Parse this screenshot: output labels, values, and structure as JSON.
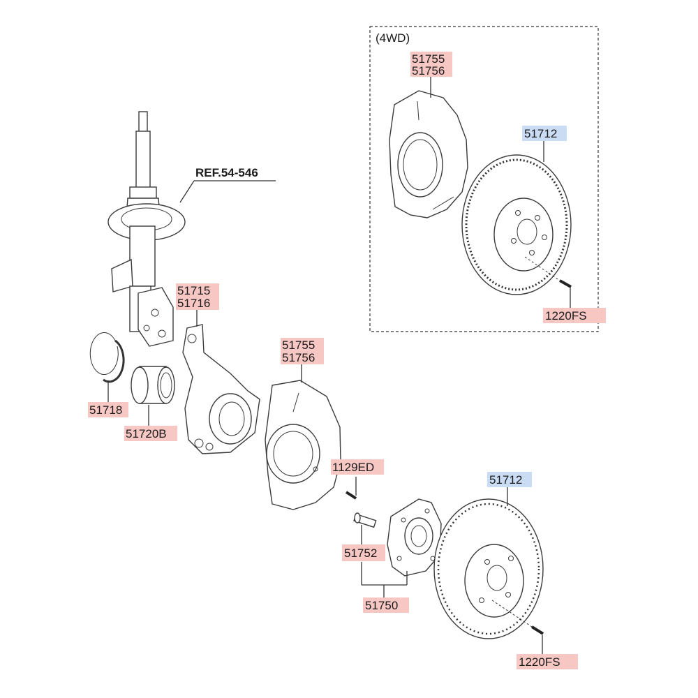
{
  "colors": {
    "red_label_bg": "#f7c7c4",
    "blue_label_bg": "#c9dcf4",
    "line": "#333333"
  },
  "group_4wd": {
    "title": "(4WD)"
  },
  "ref": "REF.54-546",
  "labels": {
    "p51755_top": "51755",
    "p51756_top": "51756",
    "p51712_top": "51712",
    "p1220fs_top": "1220FS",
    "p51715": "51715",
    "p51716": "51716",
    "p51755_mid": "51755",
    "p51756_mid": "51756",
    "p51718": "51718",
    "p51720b": "51720B",
    "p1129ed": "1129ED",
    "p51712_bot": "51712",
    "p51752": "51752",
    "p51750": "51750",
    "p1220fs_bot": "1220FS"
  }
}
